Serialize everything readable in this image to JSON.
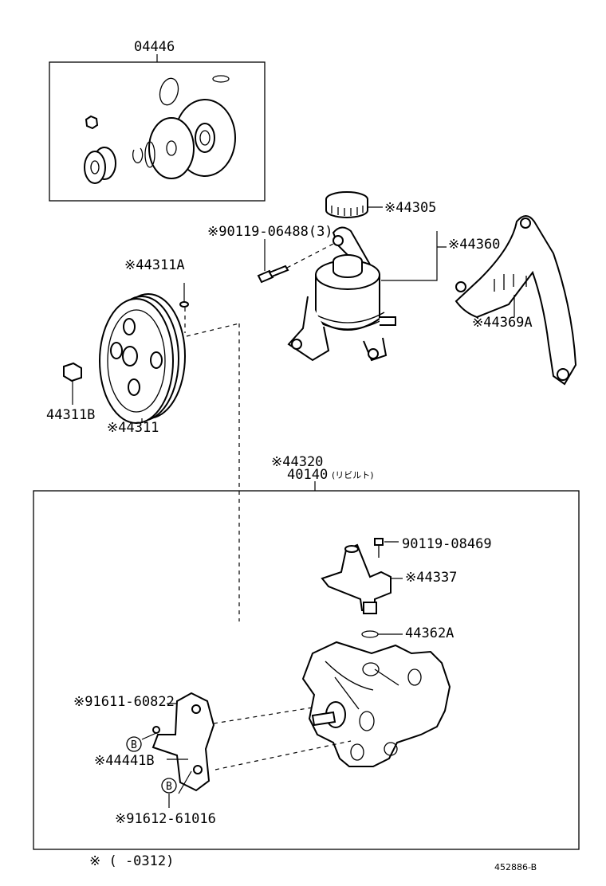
{
  "labels": {
    "kit": "04446",
    "cap": "※44305",
    "bolt_res": "※90119-06488(3)",
    "reservoir": "※44360",
    "bracket_res": "※44369A",
    "pulley_key": "※44311A",
    "pulley_nut": "44311B",
    "pulley": "※44311",
    "pump_main": "※44320",
    "pump_rebuilt": "40140",
    "pump_rebuilt_note": "(リビルト)",
    "bolt_union": "90119-08469",
    "union": "※44337",
    "oring": "44362A",
    "bolt_bracket_b": "※91611-60822",
    "bracket": "※44441B",
    "bolt_bracket_b2": "※91612-61016",
    "callout_b": "B",
    "footnote": "※ (      -0312)",
    "diagram_id": "452886-B"
  }
}
